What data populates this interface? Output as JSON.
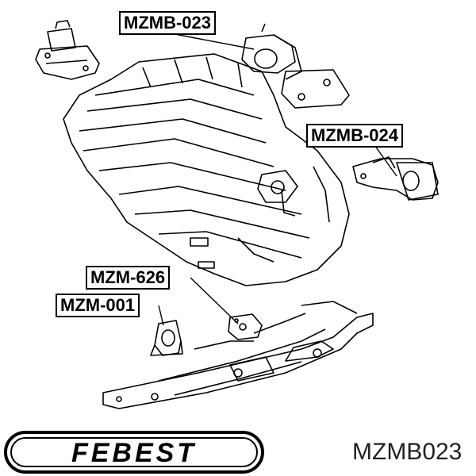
{
  "callouts": {
    "mzmb_023": "MZMB-023",
    "mzmb_024": "MZMB-024",
    "mzm_626": "MZM-626",
    "mzm_001": "MZM-001"
  },
  "brand": {
    "logo_text": "FEBEST",
    "icon": "febest-logo-icon"
  },
  "part_number": "MZMB023",
  "colors": {
    "ink": "#000000",
    "background": "#ffffff"
  }
}
